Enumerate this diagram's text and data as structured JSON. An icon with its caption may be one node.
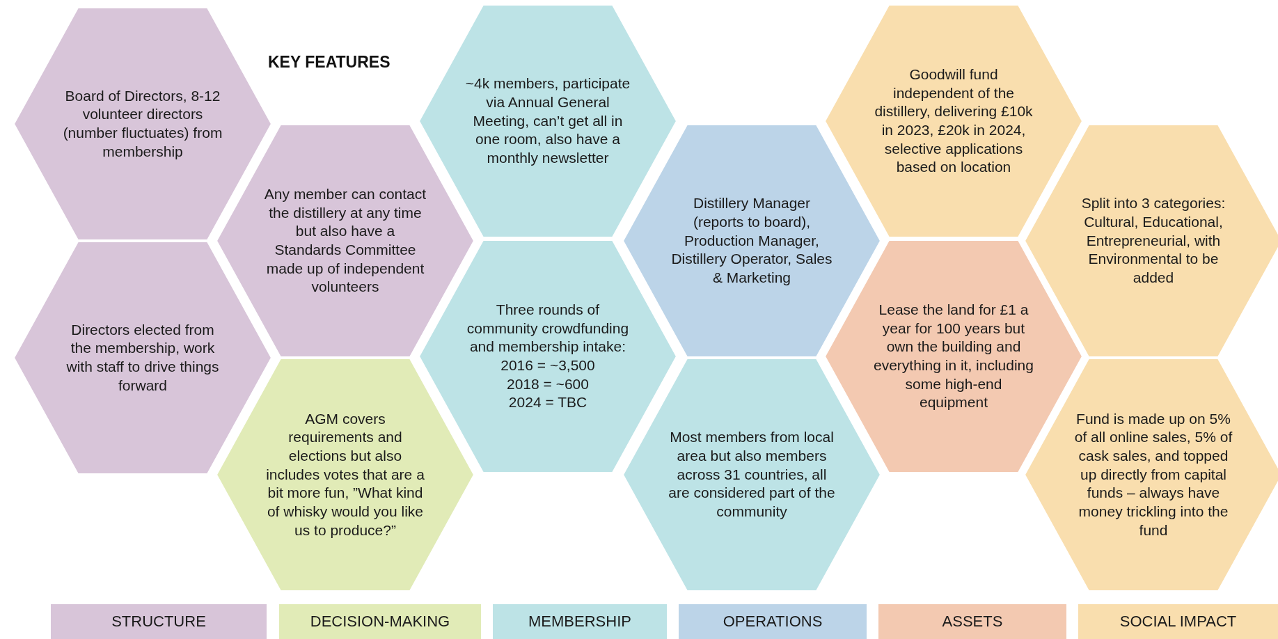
{
  "diagram": {
    "title": "KEY FEATURES",
    "nodes": [
      {
        "text": [
          "Board of Directors, 8-12 volunteer directors (number fluctuates) from membership"
        ]
      },
      {
        "text": [
          "Directors elected from the membership, work with staff to drive things forward"
        ]
      },
      {
        "text": [
          "Any member can contact the distillery at any time but also have a Standards Committee made up of independent volunteers"
        ]
      },
      {
        "text": [
          "AGM covers requirements and elections but also includes votes that are a bit more fun, ”What kind of whisky would you like us to produce?”"
        ]
      },
      {
        "text": [
          "~4k members, participate via Annual General Meeting, can’t get all in one room, also have a monthly newsletter"
        ]
      },
      {
        "text": [
          "Three rounds of community crowdfunding and membership intake:",
          "2016 = ~3,500",
          "2018 = ~600",
          "2024 = TBC"
        ]
      },
      {
        "text": [
          "Distillery Manager (reports to board), Production Manager, Distillery Operator, Sales & Marketing"
        ]
      },
      {
        "text": [
          "Most members from local area but also members across 31 countries, all are considered part of the community"
        ]
      },
      {
        "text": [
          "Goodwill fund independent of the distillery, delivering £10k in 2023, £20k in 2024, selective applications based on location"
        ]
      },
      {
        "text": [
          "Lease the land for £1 a year for 100 years but own the building and everything in it, including some high-end equipment"
        ]
      },
      {
        "text": [
          "Split into 3 categories: Cultural, Educational, Entrepreneurial, with Environmental to be added"
        ]
      },
      {
        "text": [
          "Fund is made up on 5% of all online sales, 5% of cask sales, and topped up directly from capital funds – always have money trickling into the fund"
        ]
      }
    ],
    "legend": [
      {
        "text": "STRUCTURE",
        "color": "#d8c5d9"
      },
      {
        "text": "DECISION-MAKING",
        "color": "#e1ebb7"
      },
      {
        "text": "MEMBERSHIP",
        "color": "#bde3e6"
      },
      {
        "text": "OPERATIONS",
        "color": "#bcd4e8"
      },
      {
        "text": "ASSETS",
        "color": "#f3c9b1"
      },
      {
        "text": "SOCIAL IMPACT",
        "color": "#f9deae"
      }
    ]
  }
}
